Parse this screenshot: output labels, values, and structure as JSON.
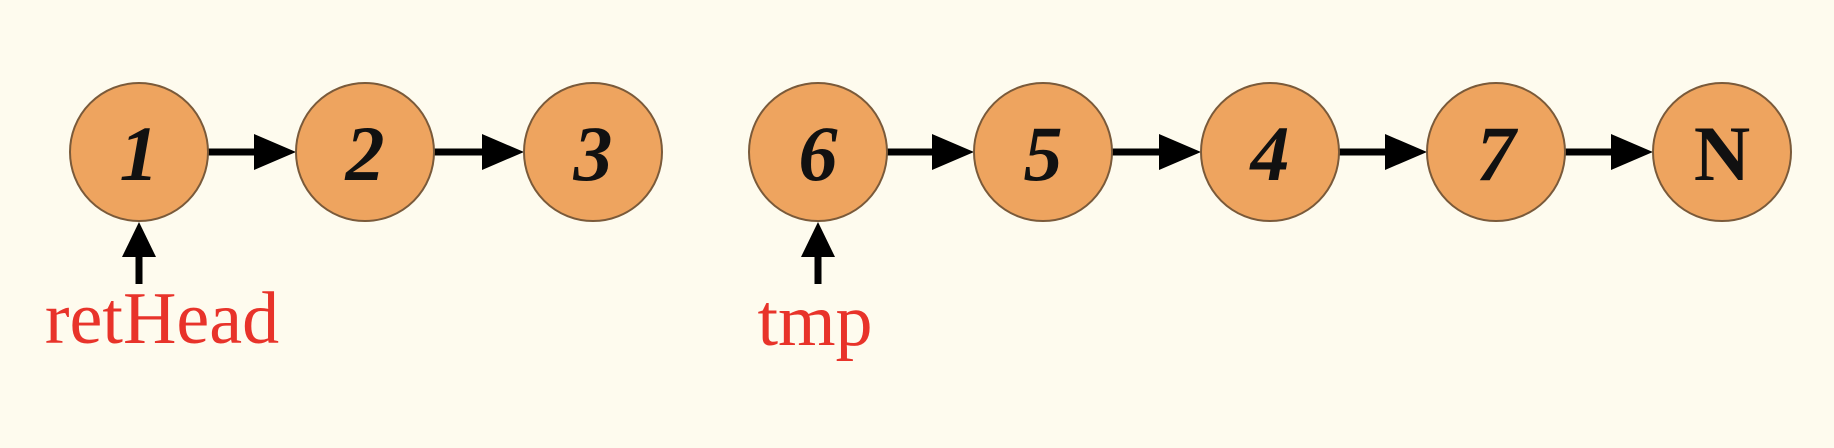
{
  "nodes": [
    {
      "id": "n1",
      "label": "1"
    },
    {
      "id": "n2",
      "label": "2"
    },
    {
      "id": "n3",
      "label": "3"
    },
    {
      "id": "n6",
      "label": "6"
    },
    {
      "id": "n5",
      "label": "5"
    },
    {
      "id": "n4",
      "label": "4"
    },
    {
      "id": "n7",
      "label": "7"
    },
    {
      "id": "nN",
      "label": "N"
    }
  ],
  "edges": [
    {
      "from": "n1",
      "to": "n2"
    },
    {
      "from": "n2",
      "to": "n3"
    },
    {
      "from": "n6",
      "to": "n5"
    },
    {
      "from": "n5",
      "to": "n4"
    },
    {
      "from": "n4",
      "to": "n7"
    },
    {
      "from": "n7",
      "to": "nN"
    }
  ],
  "pointers": [
    {
      "id": "retHead",
      "label": "retHead",
      "target": "n1"
    },
    {
      "id": "tmp",
      "label": "tmp",
      "target": "n6"
    }
  ],
  "colors": {
    "background": "#fefbee",
    "node_fill": "#eea45f",
    "pointer_text": "#e8332a",
    "arrow": "#000000"
  }
}
